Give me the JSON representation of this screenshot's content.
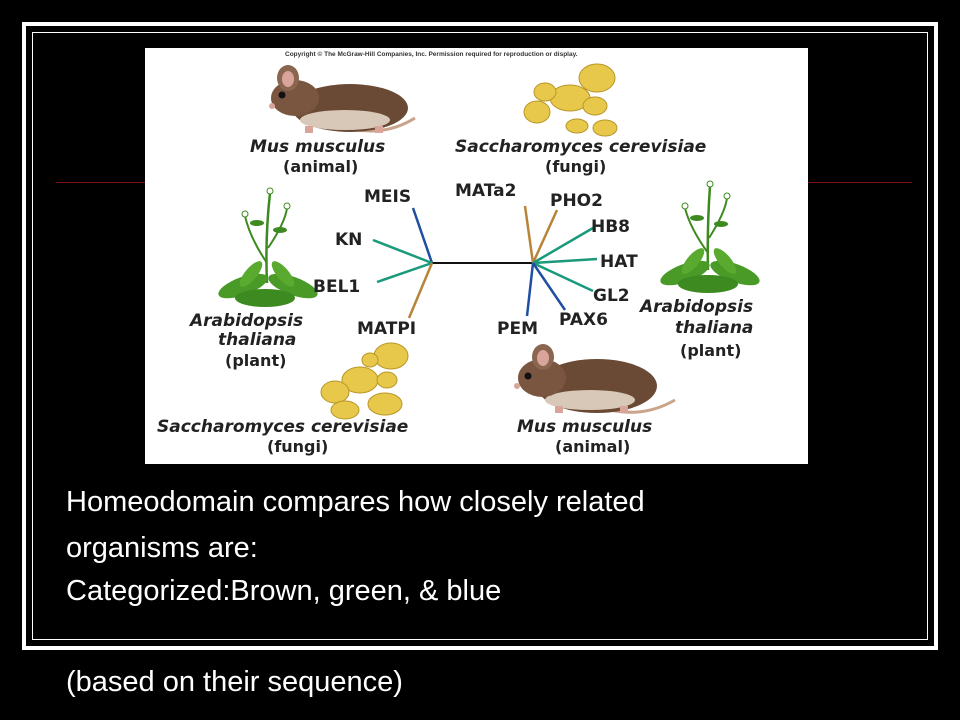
{
  "figure": {
    "copyright": "Copyright © The McGraw-Hill Companies, Inc. Permission required for reproduction or display.",
    "organisms": {
      "mouse_top": {
        "name": "Mus musculus",
        "kingdom": "(animal)"
      },
      "yeast_top": {
        "name": "Saccharomyces cerevisiae",
        "kingdom": "(fungi)"
      },
      "plant_left": {
        "name1": "Arabidopsis",
        "name2": "thaliana",
        "kingdom": "(plant)"
      },
      "plant_right": {
        "name1": "Arabidopsis",
        "name2": "thaliana",
        "kingdom": "(plant)"
      },
      "yeast_bottom": {
        "name": "Saccharomyces cerevisiae",
        "kingdom": "(fungi)"
      },
      "mouse_bottom": {
        "name": "Mus musculus",
        "kingdom": "(animal)"
      }
    },
    "genes": {
      "left": [
        {
          "label": "MEIS",
          "color": "#1f4fa0"
        },
        {
          "label": "KN",
          "color": "#1a9a7a"
        },
        {
          "label": "BEL1",
          "color": "#1a9a7a"
        },
        {
          "label": "MATPI",
          "color": "#b8843a"
        }
      ],
      "right": [
        {
          "label": "MATa2",
          "color": "#b8843a"
        },
        {
          "label": "PHO2",
          "color": "#b8843a"
        },
        {
          "label": "HB8",
          "color": "#1a9a7a"
        },
        {
          "label": "HAT",
          "color": "#1a9a7a"
        },
        {
          "label": "GL2",
          "color": "#1a9a7a"
        },
        {
          "label": "PAX6",
          "color": "#1f4fa0"
        },
        {
          "label": "PEM",
          "color": "#1f4fa0"
        }
      ]
    }
  },
  "caption": {
    "line1": "Homeodomain compares how closely related",
    "line2": "organisms are:",
    "line3": "Categorized:Brown,  green, & blue",
    "line4": "(based on their sequence)"
  },
  "colors": {
    "background": "#000000",
    "frame": "#ffffff",
    "accent_line": "#7a1010"
  }
}
